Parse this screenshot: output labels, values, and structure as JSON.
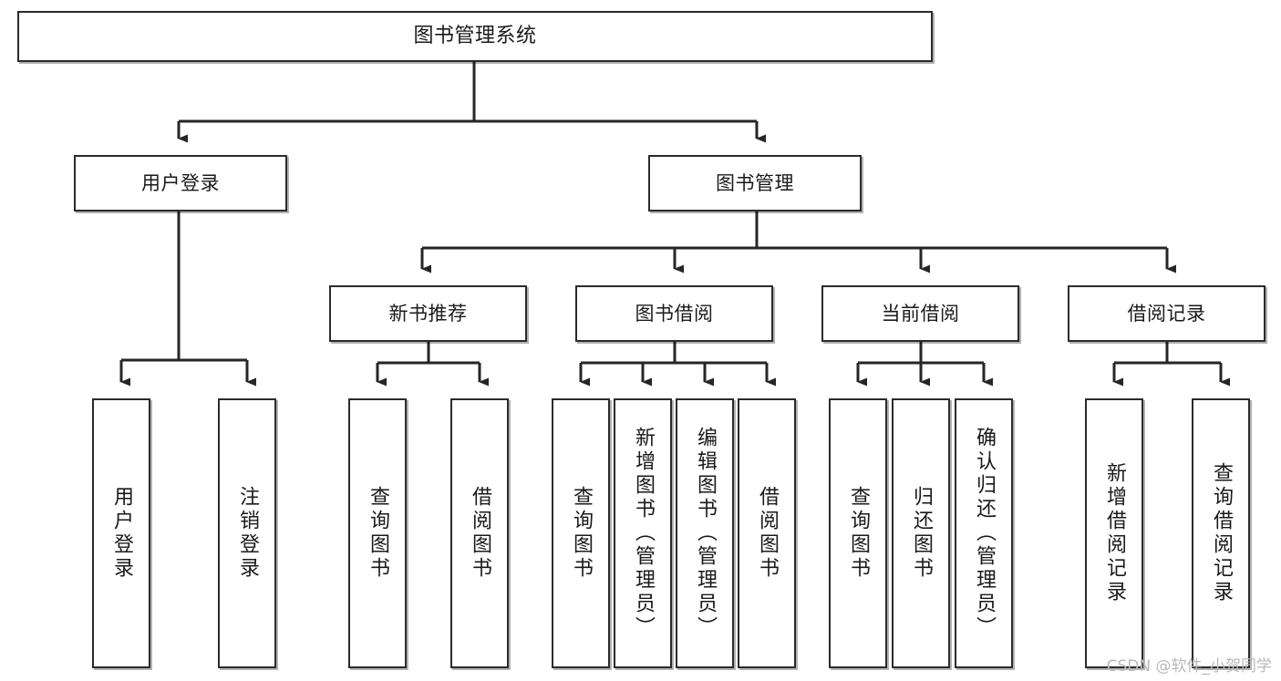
{
  "diagram": {
    "type": "tree-hierarchy-chart",
    "title": "图书管理系统",
    "orientation": "top-down",
    "colors": {
      "box_border": "#2b2b2b",
      "box_fill": "#ffffff",
      "connector": "#262626",
      "text": "#1a1a1a",
      "watermark": "#b9b9b9"
    },
    "levels": {
      "root": {
        "label": "图书管理系统"
      },
      "level2": [
        {
          "id": "user-login",
          "label": "用户登录"
        },
        {
          "id": "book-manage",
          "label": "图书管理"
        }
      ],
      "level3": [
        {
          "id": "new-book-recommend",
          "label": "新书推荐",
          "parent": "book-manage"
        },
        {
          "id": "book-borrow",
          "label": "图书借阅",
          "parent": "book-manage"
        },
        {
          "id": "current-borrow",
          "label": "当前借阅",
          "parent": "book-manage"
        },
        {
          "id": "borrow-record",
          "label": "借阅记录",
          "parent": "book-manage"
        }
      ],
      "leaves": [
        {
          "id": "leaf-user-login",
          "label": "用户登录",
          "parent": "user-login"
        },
        {
          "id": "leaf-logout-login",
          "label": "注销登录",
          "parent": "user-login"
        },
        {
          "id": "leaf-query-book-1",
          "label": "查询图书",
          "parent": "new-book-recommend"
        },
        {
          "id": "leaf-borrow-book-1",
          "label": "借阅图书",
          "parent": "new-book-recommend"
        },
        {
          "id": "leaf-query-book-2",
          "label": "查询图书",
          "parent": "book-borrow"
        },
        {
          "id": "leaf-add-book",
          "label": "新增图书（管理员）",
          "parent": "book-borrow"
        },
        {
          "id": "leaf-edit-book",
          "label": "编辑图书（管理员）",
          "parent": "book-borrow"
        },
        {
          "id": "leaf-borrow-book-2",
          "label": "借阅图书",
          "parent": "book-borrow"
        },
        {
          "id": "leaf-query-book-3",
          "label": "查询图书",
          "parent": "current-borrow"
        },
        {
          "id": "leaf-return-book",
          "label": "归还图书",
          "parent": "current-borrow"
        },
        {
          "id": "leaf-confirm-return",
          "label": "确认归还（管理员）",
          "parent": "current-borrow"
        },
        {
          "id": "leaf-add-record",
          "label": "新增借阅记录",
          "parent": "borrow-record"
        },
        {
          "id": "leaf-query-record",
          "label": "查询借阅记录",
          "parent": "borrow-record"
        }
      ]
    }
  },
  "watermark": {
    "text": "CSDN @软件_小贺同学"
  }
}
